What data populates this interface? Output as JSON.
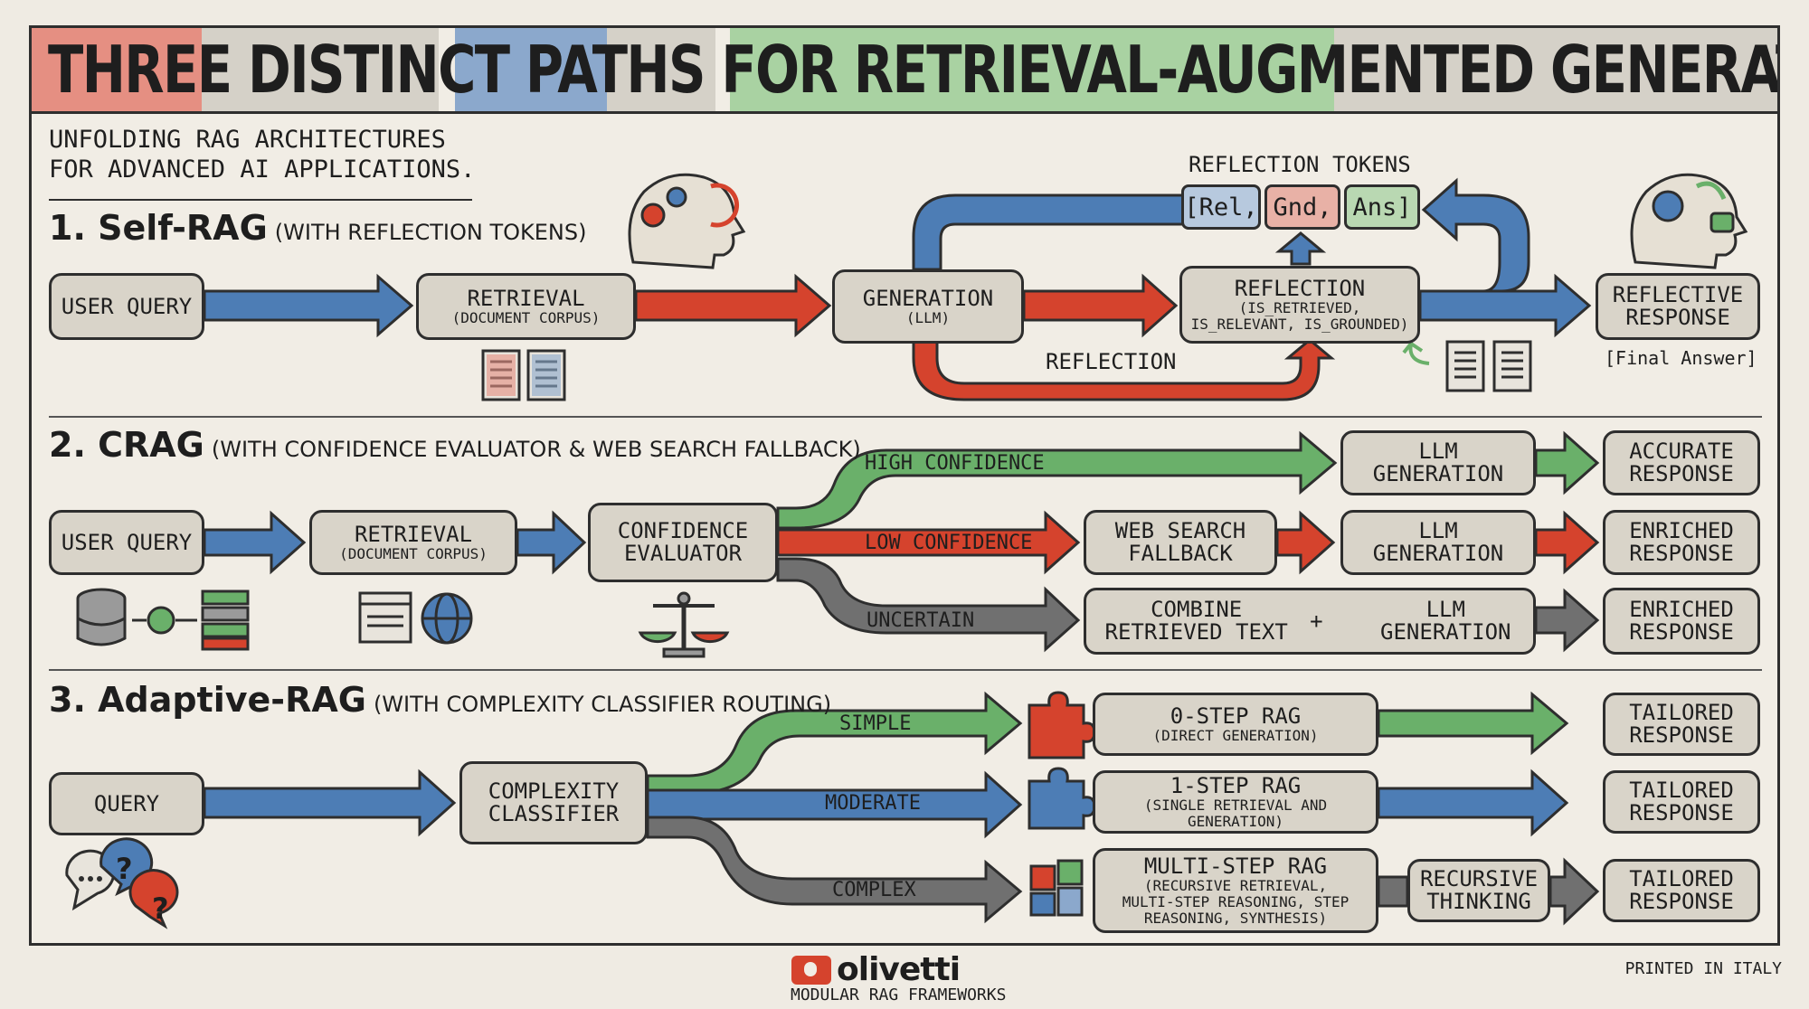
{
  "title": {
    "word1": "THREE",
    "word2": "DISTINCT",
    "word3": "PATHS",
    "word4": "FOR",
    "word5": "RETRIEVAL-AUGMENTED",
    "word6": "GENERATION (RAG)"
  },
  "subtitle": "UNFOLDING RAG ARCHITECTURES\nFOR ADVANCED AI APPLICATIONS.",
  "colors": {
    "blue": "#4d7db5",
    "red": "#d5432d",
    "green": "#6ab06a",
    "gray": "#707070",
    "box": "#d9d4c9"
  },
  "self_rag": {
    "heading": "1. Self-RAG",
    "note": "(WITH REFLECTION TOKENS)",
    "user_query": "USER QUERY",
    "retrieval": "RETRIEVAL",
    "retrieval_sub": "(DOCUMENT CORPUS)",
    "generation": "GENERATION",
    "generation_sub": "(LLM)",
    "reflection": "REFLECTION",
    "reflection_sub": "(IS_RETRIEVED, IS_RELEVANT, IS_GROUNDED)",
    "response": "REFLECTIVE RESPONSE",
    "final_answer": "[Final Answer]",
    "tokens_label": "REFLECTION TOKENS",
    "tokens": [
      "[Rel,",
      "Gnd,",
      "Ans]"
    ],
    "loop_label": "REFLECTION"
  },
  "crag": {
    "heading": "2. CRAG",
    "note": "(WITH CONFIDENCE EVALUATOR & WEB SEARCH FALLBACK)",
    "user_query": "USER QUERY",
    "retrieval": "RETRIEVAL",
    "retrieval_sub": "(DOCUMENT CORPUS)",
    "evaluator": "CONFIDENCE EVALUATOR",
    "high": "HIGH CONFIDENCE",
    "low": "LOW CONFIDENCE",
    "uncertain": "UNCERTAIN",
    "llm_gen": "LLM GENERATION",
    "web_search": "WEB SEARCH FALLBACK",
    "combine": "COMBINE RETRIEVED TEXT",
    "plus": "+",
    "accurate": "ACCURATE RESPONSE",
    "enriched": "ENRICHED RESPONSE"
  },
  "adaptive": {
    "heading": "3. Adaptive-RAG",
    "note": "(WITH COMPLEXITY CLASSIFIER ROUTING)",
    "query": "QUERY",
    "classifier": "COMPLEXITY CLASSIFIER",
    "simple": "SIMPLE",
    "moderate": "MODERATE",
    "complex": "COMPLEX",
    "zero_step": "0-STEP RAG",
    "zero_step_sub": "(DIRECT GENERATION)",
    "one_step": "1-STEP RAG",
    "one_step_sub": "(SINGLE RETRIEVAL AND GENERATION)",
    "multi_step": "MULTI-STEP RAG",
    "multi_step_sub": "(RECURSIVE RETRIEVAL, MULTI-STEP REASONING, STEP REASONING, SYNTHESIS)",
    "recursive": "RECURSIVE THINKING",
    "tailored": "TAILORED RESPONSE"
  },
  "footer": {
    "brand": "olivetti",
    "subtitle": "MODULAR RAG FRAMEWORKS",
    "printed": "PRINTED IN ITALY"
  }
}
